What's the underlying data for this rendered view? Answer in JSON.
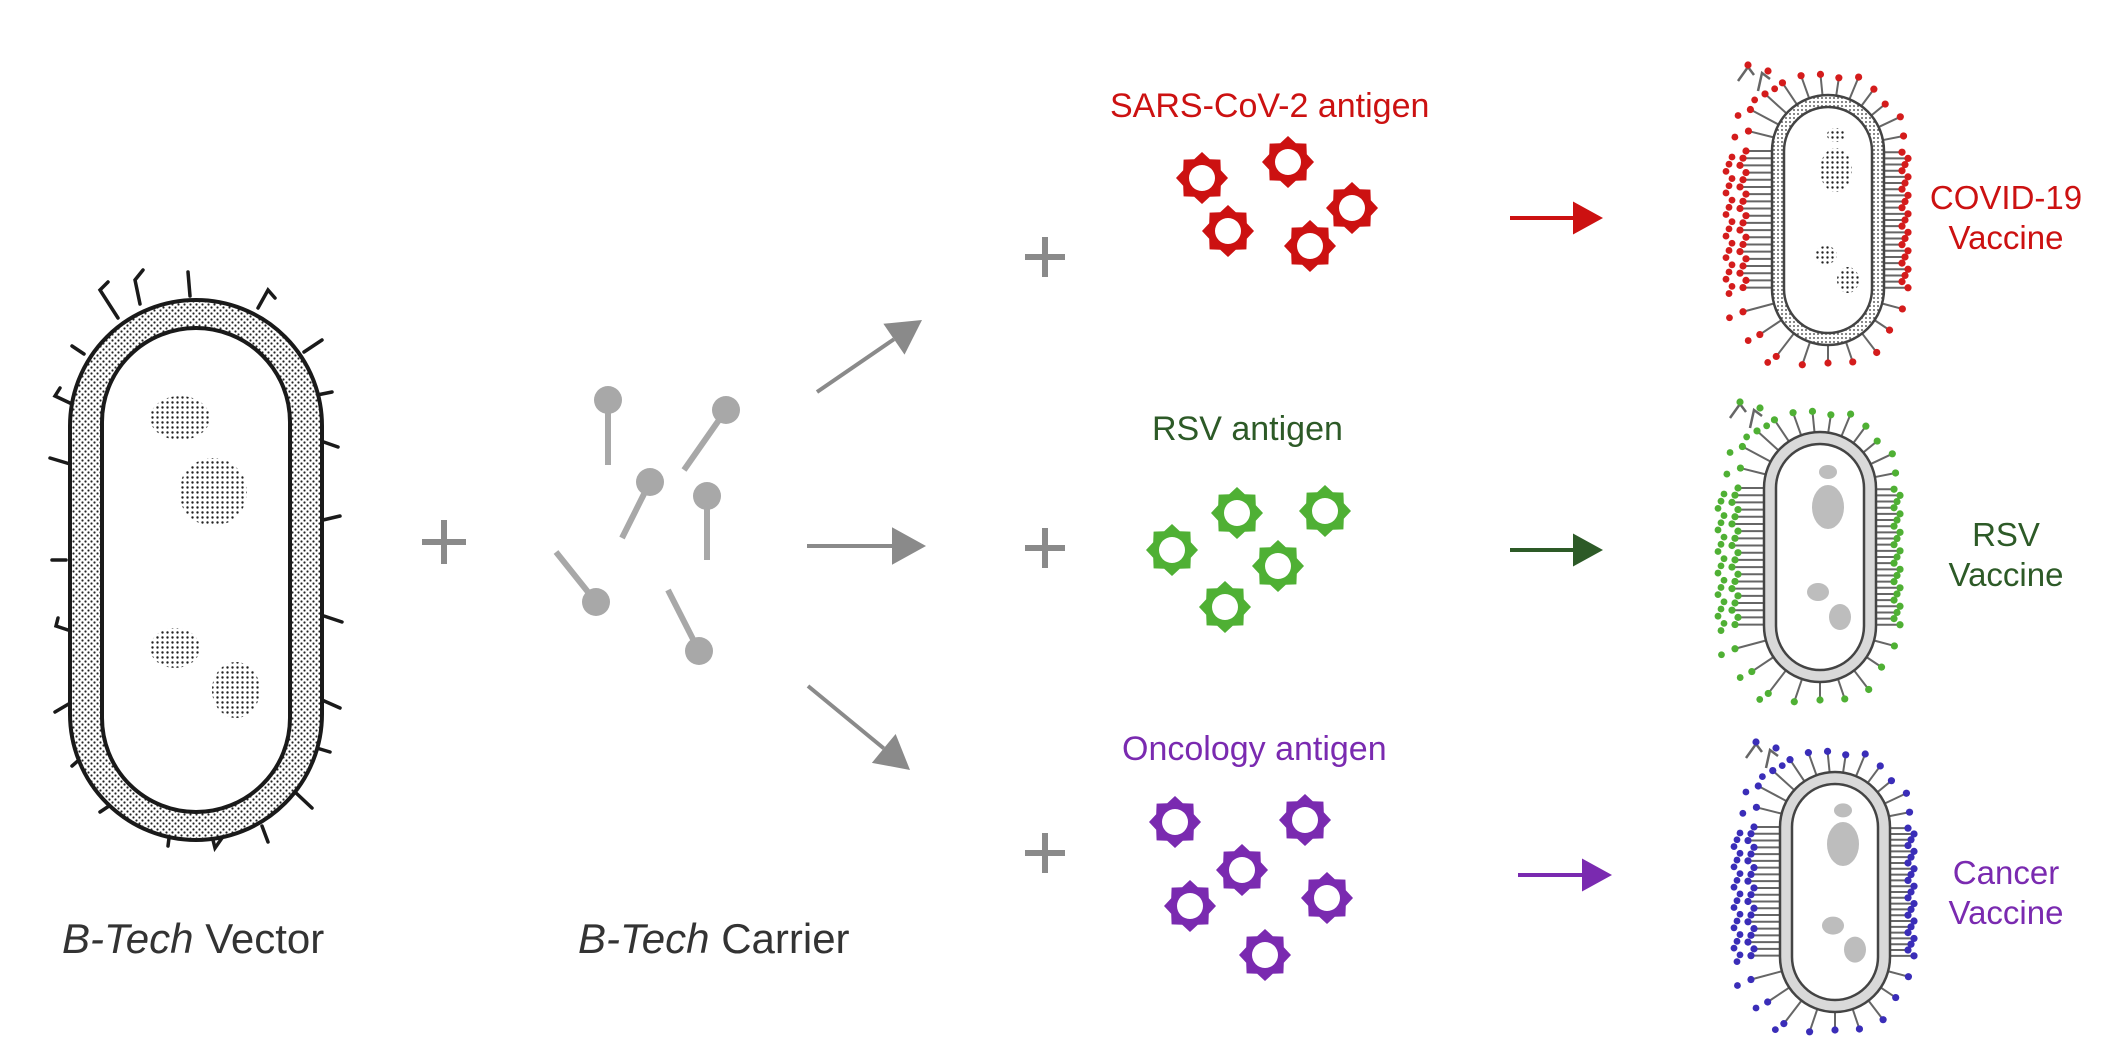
{
  "labels": {
    "vector_brand": "B-Tech",
    "vector_word": "Vector",
    "carrier_brand": "B-Tech",
    "carrier_word": "Carrier"
  },
  "rows": [
    {
      "antigen": "SARS-CoV-2 antigen",
      "vaccine_line1": "COVID-19",
      "vaccine_line2": "Vaccine",
      "color": "#cc1111",
      "arrow_color": "#cc1111"
    },
    {
      "antigen": "RSV antigen",
      "vaccine_line1": "RSV",
      "vaccine_line2": "Vaccine",
      "color": "#2d5a27",
      "star_color": "#4fb034",
      "arrow_color": "#2d5a27"
    },
    {
      "antigen": "Oncology antigen",
      "vaccine_line1": "Cancer",
      "vaccine_line2": "Vaccine",
      "color": "#7a2ab0",
      "arrow_color": "#7a2ab0"
    }
  ],
  "colors": {
    "gray": "#8a8a8a",
    "carrier": "#a8a8a8",
    "ink": "#1a1a1a"
  }
}
